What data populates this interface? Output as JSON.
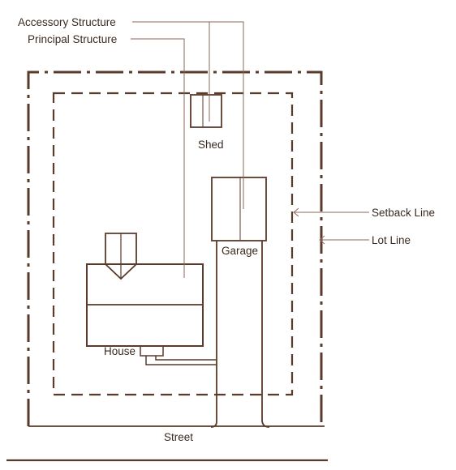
{
  "colors": {
    "line": "#5a3a2a",
    "leader": "#8a6a5a",
    "text": "#3a2a20"
  },
  "labels": {
    "accessory_structure": "Accessory Structure",
    "principal_structure": "Principal Structure",
    "shed": "Shed",
    "garage": "Garage",
    "house": "House",
    "setback_line": "Setback Line",
    "lot_line": "Lot Line",
    "street": "Street"
  }
}
